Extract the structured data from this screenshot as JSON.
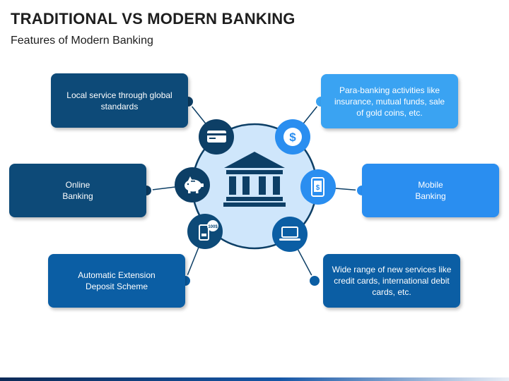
{
  "header": {
    "title": "TRADITIONAL VS MODERN BANKING",
    "subtitle": "Features of Modern Banking"
  },
  "features": {
    "top_left": "Local service through global standards",
    "top_right": "Para-banking activities like insurance, mutual funds, sale of gold coins, etc.",
    "mid_left": "Online Banking",
    "mid_right": "Mobile Banking",
    "bottom_left": "Automatic Extension Deposit Scheme",
    "bottom_right": "Wide range of new services like credit cards, international debit cards, etc."
  },
  "icons": {
    "center": "bank-building-icon",
    "n1": "credit-card-icon",
    "n2": "dollar-coin-icon",
    "n3": "piggy-bank-icon",
    "n4": "mobile-payment-icon",
    "n5": "phone-deposit-icon",
    "n6": "laptop-icon"
  },
  "icon_labels": {
    "deposit_badge": "100$"
  },
  "colors": {
    "dark_navy": "#0d4a78",
    "mid_blue": "#0b5ea4",
    "light_blue": "#3aa3f2",
    "bright_blue": "#2a8ef0",
    "hub_fill": "#cfe6fb",
    "hub_ring": "#0d3f66"
  }
}
